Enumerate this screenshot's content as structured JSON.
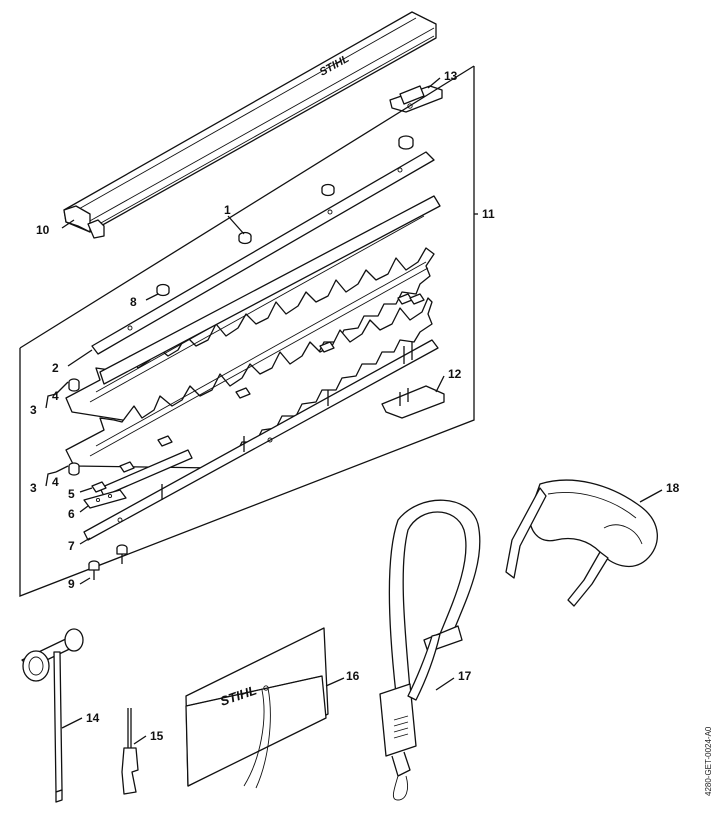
{
  "brand": {
    "logo_text": "STIHL"
  },
  "reference_code": "4280-GET-0024-A0",
  "callouts": [
    {
      "id": "1",
      "label": "1"
    },
    {
      "id": "2",
      "label": "2"
    },
    {
      "id": "3a",
      "label": "3"
    },
    {
      "id": "3b",
      "label": "3"
    },
    {
      "id": "4a",
      "label": "4"
    },
    {
      "id": "4b",
      "label": "4"
    },
    {
      "id": "5",
      "label": "5"
    },
    {
      "id": "6",
      "label": "6"
    },
    {
      "id": "7",
      "label": "7"
    },
    {
      "id": "8",
      "label": "8"
    },
    {
      "id": "9",
      "label": "9"
    },
    {
      "id": "10",
      "label": "10"
    },
    {
      "id": "11",
      "label": "11"
    },
    {
      "id": "12",
      "label": "12"
    },
    {
      "id": "13",
      "label": "13"
    },
    {
      "id": "14",
      "label": "14"
    },
    {
      "id": "15",
      "label": "15"
    },
    {
      "id": "16",
      "label": "16"
    },
    {
      "id": "17",
      "label": "17"
    },
    {
      "id": "18",
      "label": "18"
    }
  ]
}
